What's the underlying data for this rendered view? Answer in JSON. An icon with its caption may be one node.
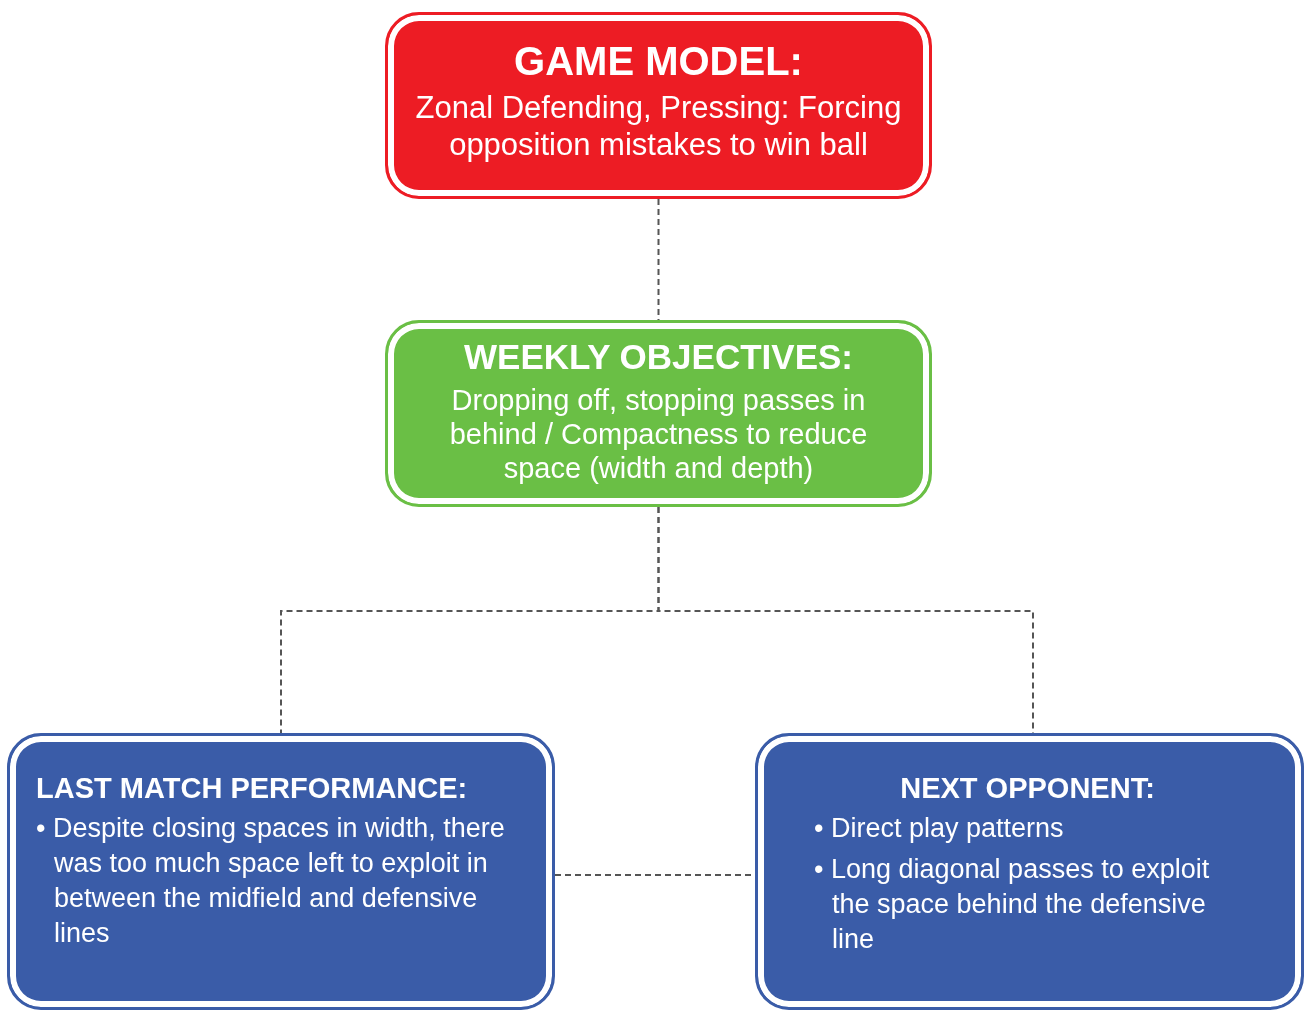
{
  "diagram": {
    "nodes": [
      {
        "text": [
          "GAME MODEL:",
          "Zonal Defending, Pressing: Forcing opposition mistakes to win ball"
        ]
      },
      {
        "text": [
          "WEEKLY OBJECTIVES:",
          "Dropping off, stopping passes in behind / Compactness to reduce space (width and depth)"
        ]
      },
      {
        "text": [
          "LAST MATCH PERFORMANCE:",
          "• Despite closing spaces in width, there was too much space left to exploit in between the midfield and defensive lines"
        ]
      },
      {
        "text": [
          "NEXT OPPONENT:",
          "• Direct play patterns",
          "• Long diagonal passes to exploit the space behind the defensive line"
        ]
      }
    ],
    "edges": [
      {
        "from": 0,
        "to": 1,
        "arrow": "none",
        "style": "dashed"
      },
      {
        "from": 1,
        "to": 2,
        "arrow": "none",
        "style": "dashed"
      },
      {
        "from": 1,
        "to": 3,
        "arrow": "none",
        "style": "dashed"
      },
      {
        "from": 2,
        "to": 3,
        "arrow": "none",
        "style": "dashed"
      }
    ]
  }
}
